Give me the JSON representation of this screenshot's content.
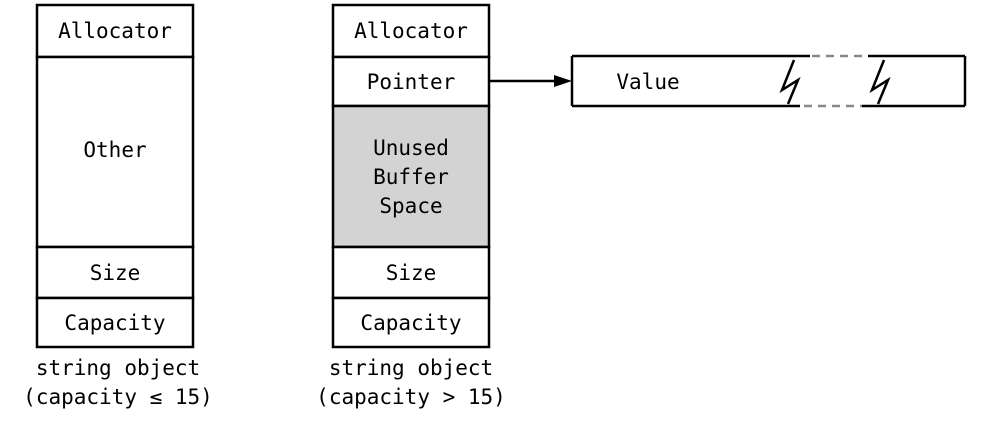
{
  "left_object": {
    "cells": [
      "Allocator",
      "Other",
      "Size",
      "Capacity"
    ],
    "caption_line1": "string object",
    "caption_line2": "(capacity ≤ 15)"
  },
  "right_object": {
    "cells": [
      "Allocator",
      "Pointer",
      "Unused",
      "Buffer",
      "Space",
      "Size",
      "Capacity"
    ],
    "caption_line1": "string object",
    "caption_line2": "(capacity > 15)"
  },
  "heap_buffer": {
    "label": "Value"
  },
  "colors": {
    "unused_fill": "#d3d3d3",
    "outline": "#000000"
  }
}
